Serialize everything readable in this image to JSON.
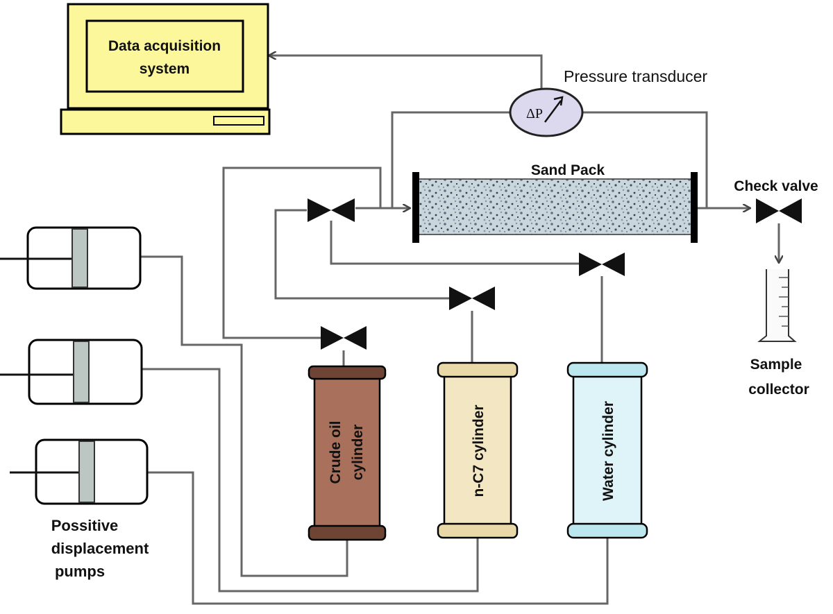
{
  "diagram": {
    "computer": {
      "screen_text_line1": "Data acquisition",
      "screen_text_line2": "system"
    },
    "transducer": {
      "label": "Pressure transducer",
      "symbol": "ΔP"
    },
    "sand_pack": {
      "label": "Sand Pack"
    },
    "check_valve": {
      "label": "Check valve"
    },
    "sample_collector": {
      "label_line1": "Sample",
      "label_line2": "collector"
    },
    "pumps": {
      "label_line1": "Possitive",
      "label_line2": "displacement",
      "label_line3": "pumps"
    },
    "cylinders": [
      {
        "label_line1": "Crude oil",
        "label_line2": "cylinder",
        "body_color": "#a9715b",
        "cap_color": "#6e4535"
      },
      {
        "label_line1": "n-C7 cylinder",
        "label_line2": "",
        "body_color": "#f3e6c3",
        "cap_color": "#e9d9a8"
      },
      {
        "label_line1": "Water cylinder",
        "label_line2": "",
        "body_color": "#dff4f8",
        "cap_color": "#bde7ef"
      }
    ],
    "colors": {
      "computer_fill": "#fbf79a",
      "transducer_fill": "#dcd9ee",
      "pipe": "#666666",
      "pump_piston": "#bcc7c3"
    }
  }
}
